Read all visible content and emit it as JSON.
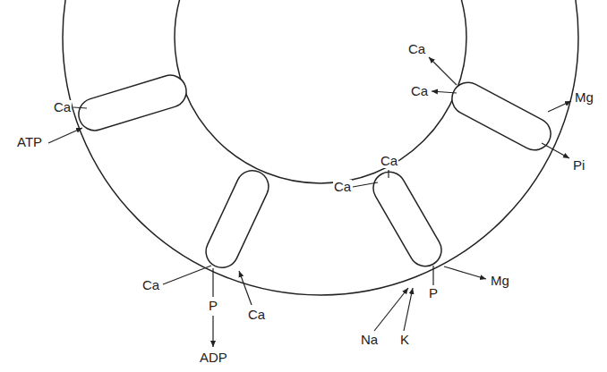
{
  "diagram": {
    "labels": [
      "Ca",
      "ATP",
      "Ca",
      "P",
      "ADP",
      "Ca",
      "Ca",
      "Ca",
      "Na",
      "K",
      "P",
      "Mg",
      "Ca",
      "Ca",
      "Mg",
      "Pi"
    ]
  }
}
